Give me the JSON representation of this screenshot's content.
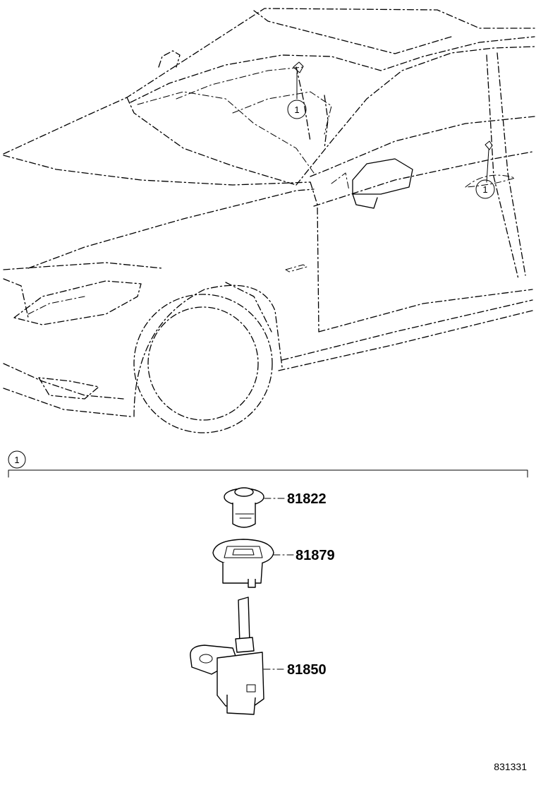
{
  "diagram": {
    "callout_ref": "1",
    "group_ref": "1",
    "parts": [
      {
        "number": "81822"
      },
      {
        "number": "81879"
      },
      {
        "number": "81850"
      }
    ],
    "illustration_code": "831331"
  }
}
